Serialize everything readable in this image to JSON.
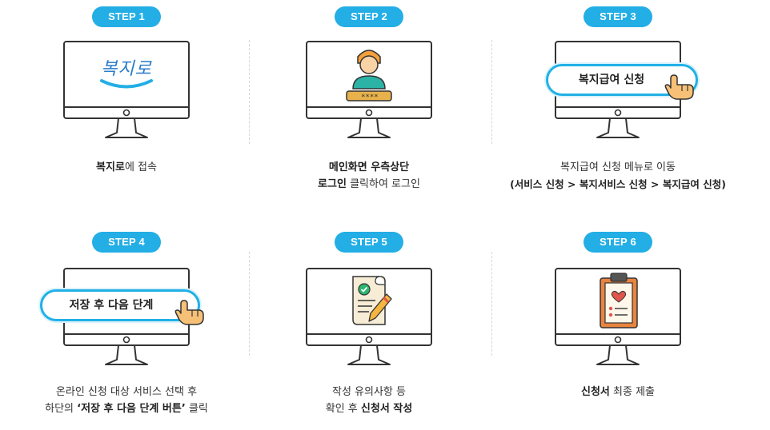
{
  "steps": [
    {
      "badge": "STEP 1",
      "logo_text": "복지로",
      "caption": {
        "line1_bold": "복지로",
        "line1_rest": "에 접속"
      }
    },
    {
      "badge": "STEP 2",
      "password_mask": "****",
      "caption": {
        "line1_bold": "메인화면 우측상단",
        "line2_bold": "로그인",
        "line2_rest": " 클릭하여 로그인"
      }
    },
    {
      "badge": "STEP 3",
      "button_label": "복지급여 신청",
      "caption": {
        "line1": "복지급여 신청 메뉴로 이동",
        "line2_bold": "(서비스 신청 > 복지서비스 신청 > 복지급여 신청)"
      }
    },
    {
      "badge": "STEP 4",
      "button_label": "저장 후 다음 단계",
      "caption": {
        "line1": "온라인 신청 대상 서비스 선택 후",
        "line2_pre": "하단의 ",
        "line2_bold": "‘저장 후 다음 단계 버튼’",
        "line2_rest": " 클릭"
      }
    },
    {
      "badge": "STEP 5",
      "caption": {
        "line1": "작성 유의사항 등",
        "line2_pre": "확인 후 ",
        "line2_bold": "신청서 작성"
      }
    },
    {
      "badge": "STEP 6",
      "caption": {
        "line1_bold": "신청서",
        "line1_rest": " 최종 제출"
      }
    }
  ],
  "colors": {
    "accent": "#23aee5",
    "monitor_stroke": "#333333"
  },
  "icons": [
    "bokjiro-logo",
    "user-login-icon",
    "pointing-hand-icon",
    "document-pen-icon",
    "clipboard-heart-icon",
    "monitor-icon"
  ]
}
